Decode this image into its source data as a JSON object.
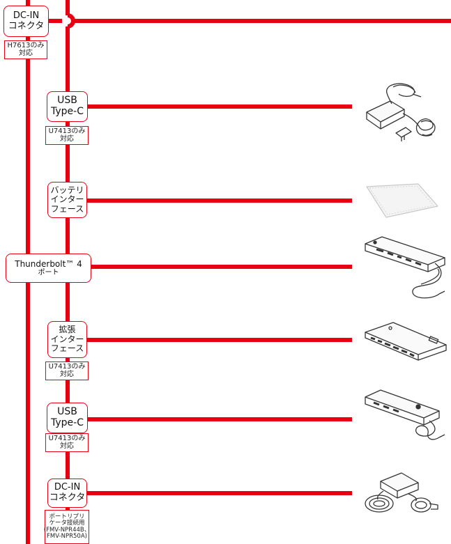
{
  "colors": {
    "wire": "#e60012",
    "label_border": "#e60012",
    "text": "#111111",
    "device_line": "#333333"
  },
  "connectors": [
    {
      "id": "dc-in-top",
      "lines": [
        "DC-IN",
        "コネクタ"
      ]
    },
    {
      "id": "usb-type-c-1",
      "lines": [
        "USB",
        "Type-C"
      ]
    },
    {
      "id": "battery-interface",
      "lines": [
        "バッテリ",
        "インター",
        "フェース"
      ]
    },
    {
      "id": "thunderbolt4-port",
      "lines": [
        "Thunderbolt™ 4",
        "ポート"
      ]
    },
    {
      "id": "expansion-interface",
      "lines": [
        "拡張",
        "インター",
        "フェース"
      ]
    },
    {
      "id": "usb-type-c-2",
      "lines": [
        "USB",
        "Type-C"
      ]
    },
    {
      "id": "dc-in-bottom",
      "lines": [
        "DC-IN",
        "コネクタ"
      ]
    }
  ],
  "notes": [
    {
      "id": "h7613-only",
      "lines": [
        "H7613のみ",
        "対応"
      ]
    },
    {
      "id": "u7413-only-1",
      "lines": [
        "U7413のみ",
        "対応"
      ]
    },
    {
      "id": "u7413-only-2",
      "lines": [
        "U7413のみ",
        "対応"
      ]
    },
    {
      "id": "u7413-only-3",
      "lines": [
        "U7413のみ",
        "対応"
      ]
    },
    {
      "id": "port-replicator-note",
      "lines": [
        "ポートリプリ",
        "ケータ接続用",
        "(FMV-NPR44B、",
        "FMV-NPR50A)"
      ]
    }
  ],
  "devices": [
    {
      "id": "usb-c-ac-adapter",
      "icon": "usb-c-ac-adapter-icon"
    },
    {
      "id": "battery-pack",
      "icon": "battery-pack-icon"
    },
    {
      "id": "thunderbolt-dock",
      "icon": "thunderbolt-dock-icon"
    },
    {
      "id": "port-replicator",
      "icon": "port-replicator-icon"
    },
    {
      "id": "usb-c-dock",
      "icon": "usb-c-dock-icon"
    },
    {
      "id": "dc-ac-adapter",
      "icon": "dc-ac-adapter-icon"
    }
  ]
}
